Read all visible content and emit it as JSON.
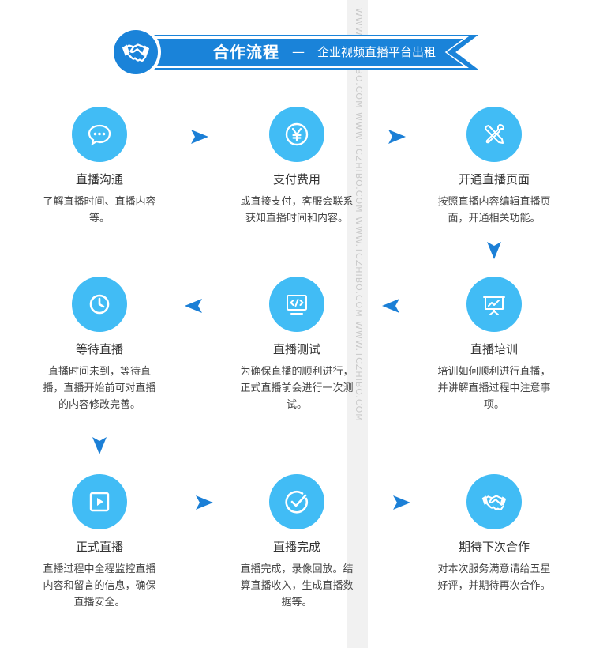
{
  "header": {
    "title": "合作流程",
    "separator": "—",
    "subtitle": "企业视频直播平台出租",
    "icon": "handshake-icon"
  },
  "watermark": "WWW.TCZHIBO.COM  WWW.TCZHIBO.COM  WWW.TCZHIBO.COM  WWW.TCZHIBO.COM",
  "colors": {
    "banner": "#1a83d9",
    "circle": "#41bcf5",
    "arrow": "#1b7fd6"
  },
  "steps": [
    {
      "title": "直播沟通",
      "desc": "了解直播时间、直播内容等。",
      "icon": "chat-bubble-icon"
    },
    {
      "title": "支付费用",
      "desc": "或直接支付，客服会联系获知直播时间和内容。",
      "icon": "yen-coin-icon"
    },
    {
      "title": "开通直播页面",
      "desc": "按照直播内容编辑直播页面，开通相关功能。",
      "icon": "tools-icon"
    },
    {
      "title": "直播培训",
      "desc": "培训如何顺利进行直播，并讲解直播过程中注意事项。",
      "icon": "presentation-board-icon"
    },
    {
      "title": "直播测试",
      "desc": "为确保直播的顺利进行，正式直播前会进行一次测试。",
      "icon": "code-monitor-icon"
    },
    {
      "title": "等待直播",
      "desc": "直播时间未到，等待直播，直播开始前可对直播的内容修改完善。",
      "icon": "clock-icon"
    },
    {
      "title": "正式直播",
      "desc": "直播过程中全程监控直播内容和留言的信息，确保直播安全。",
      "icon": "play-icon"
    },
    {
      "title": "直播完成",
      "desc": "直播完成，录像回放。结算直播收入，生成直播数据等。",
      "icon": "check-circle-icon"
    },
    {
      "title": "期待下次合作",
      "desc": "对本次服务满意请给五星好评，并期待再次合作。",
      "icon": "handshake-icon"
    }
  ]
}
